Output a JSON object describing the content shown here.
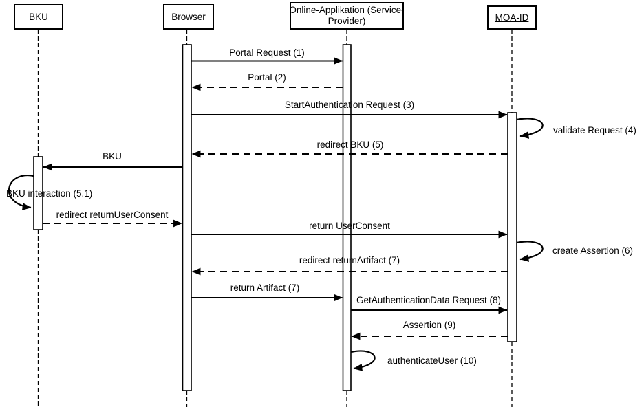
{
  "diagram": {
    "type": "sequence",
    "colors": {
      "line": "#000000",
      "background": "#ffffff"
    },
    "actors": [
      {
        "id": "bku",
        "lines": [
          "BKU"
        ]
      },
      {
        "id": "browser",
        "lines": [
          "Browser"
        ]
      },
      {
        "id": "online-applikation",
        "lines": [
          "Online-Applikation (Service-",
          "Provider)"
        ]
      },
      {
        "id": "moa-id",
        "lines": [
          "MOA-ID"
        ]
      }
    ],
    "messages": [
      {
        "label": "Portal Request (1)",
        "from": "Browser",
        "to": "Online-Applikation (Service-Provider)",
        "style": "solid"
      },
      {
        "label": "Portal (2)",
        "from": "Online-Applikation (Service-Provider)",
        "to": "Browser",
        "style": "dashed"
      },
      {
        "label": "StartAuthentication Request (3)",
        "from": "Browser",
        "to": "MOA-ID",
        "style": "solid"
      },
      {
        "label": "validate Request (4)",
        "from": "MOA-ID",
        "to": "MOA-ID",
        "style": "self"
      },
      {
        "label": "redirect BKU (5)",
        "from": "MOA-ID",
        "to": "Browser",
        "style": "dashed"
      },
      {
        "label": "BKU",
        "from": "Browser",
        "to": "BKU",
        "style": "solid"
      },
      {
        "label": "BKU interaction (5.1)",
        "from": "BKU",
        "to": "BKU",
        "style": "self"
      },
      {
        "label": "redirect returnUserConsent",
        "from": "BKU",
        "to": "Browser",
        "style": "dashed"
      },
      {
        "label": "return UserConsent",
        "from": "Browser",
        "to": "MOA-ID",
        "style": "solid"
      },
      {
        "label": "create Assertion (6)",
        "from": "MOA-ID",
        "to": "MOA-ID",
        "style": "self"
      },
      {
        "label": "redirect returnArtifact (7)",
        "from": "MOA-ID",
        "to": "Browser",
        "style": "dashed"
      },
      {
        "label": "return Artifact (7)",
        "from": "Browser",
        "to": "Online-Applikation (Service-Provider)",
        "style": "solid"
      },
      {
        "label": "GetAuthenticationData Request (8)",
        "from": "Online-Applikation (Service-Provider)",
        "to": "MOA-ID",
        "style": "solid"
      },
      {
        "label": "Assertion (9)",
        "from": "MOA-ID",
        "to": "Online-Applikation (Service-Provider)",
        "style": "dashed"
      },
      {
        "label": "authenticateUser (10)",
        "from": "Online-Applikation (Service-Provider)",
        "to": "Online-Applikation (Service-Provider)",
        "style": "self"
      }
    ]
  }
}
